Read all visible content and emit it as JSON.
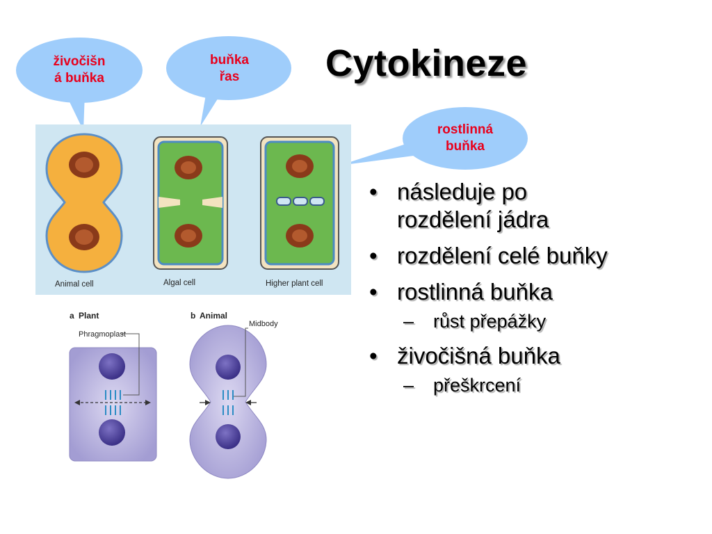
{
  "title": "Cytokineze",
  "callouts": {
    "animal": {
      "line1": "živočišn",
      "line2": "á buňka"
    },
    "algae": {
      "line1": "buňka",
      "line2": "řas"
    },
    "plant": {
      "line1": "rostlinná",
      "line2": "buňka"
    }
  },
  "bullets": [
    {
      "text": "následuje po rozdělení jádra",
      "line1": "následuje po",
      "line2": "rozdělení jádra"
    },
    {
      "text": "rozdělení celé buňky"
    },
    {
      "text": "rostlinná buňka",
      "sub": "růst přepážky"
    },
    {
      "text": "živočišná buňka",
      "sub": "přeškrcení"
    }
  ],
  "figure_top": {
    "labels": [
      "Animal cell",
      "Algal cell",
      "Higher plant cell"
    ]
  },
  "figure_bottom": {
    "panel_a": {
      "letter": "a",
      "title": "Plant",
      "label": "Phragmoplast"
    },
    "panel_b": {
      "letter": "b",
      "title": "Animal",
      "label": "Midbody"
    }
  },
  "colors": {
    "bubble": "#9fcdfb",
    "bubble_text": "#e8001c",
    "figure_bg": "#cfe6f2",
    "animal_cell": "#f5b03e",
    "plant_green": "#6cb84f",
    "nucleus": "#8a3a1a",
    "purple": "#a9a3d8"
  }
}
